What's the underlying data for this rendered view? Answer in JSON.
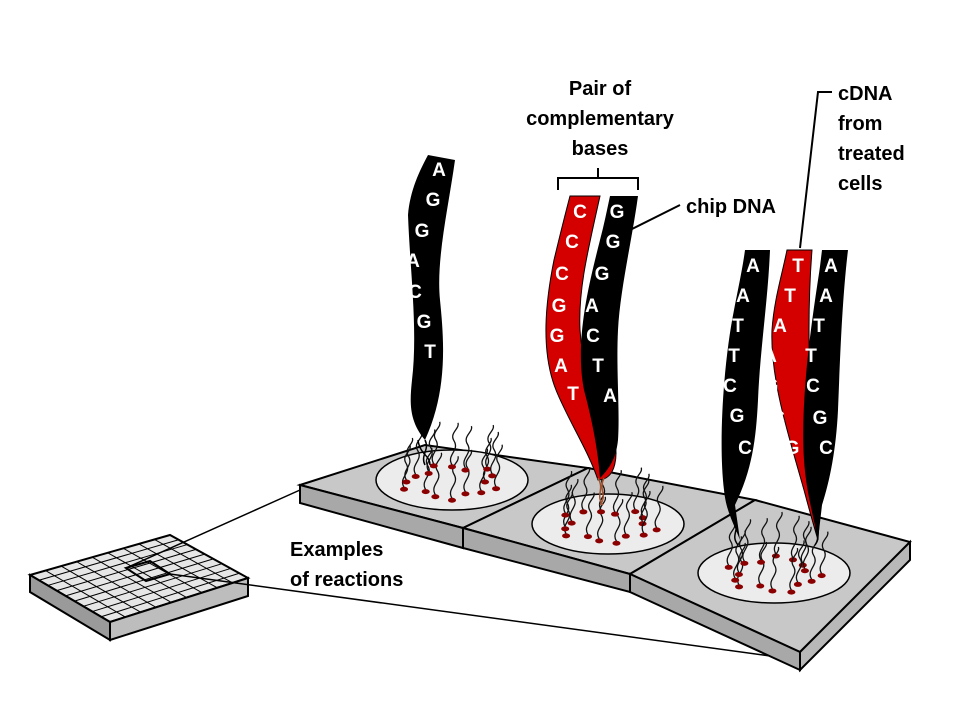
{
  "labels": {
    "pair_heading": [
      "Pair of",
      "complementary",
      "bases"
    ],
    "chip_dna": "chip DNA",
    "cdna": [
      "cDNA",
      "from",
      "treated",
      "cells"
    ],
    "examples": [
      "Examples",
      "of reactions"
    ]
  },
  "strands": [
    {
      "id": "left-chip",
      "bases": [
        "A",
        "G",
        "G",
        "A",
        "C",
        "G",
        "T"
      ],
      "color": "#000000"
    },
    {
      "id": "mid-probe",
      "bases": [
        "C",
        "C",
        "C",
        "G",
        "G",
        "A",
        "T"
      ],
      "color": "#d40000"
    },
    {
      "id": "mid-chip",
      "bases": [
        "G",
        "G",
        "G",
        "A",
        "C",
        "T",
        "A"
      ],
      "color": "#000000"
    },
    {
      "id": "right-chip-a",
      "bases": [
        "A",
        "A",
        "T",
        "T",
        "C",
        "G",
        "C"
      ],
      "color": "#000000"
    },
    {
      "id": "right-probe",
      "bases": [
        "T",
        "T",
        "A",
        "A",
        "G",
        "C",
        "G"
      ],
      "color": "#d40000"
    },
    {
      "id": "right-chip-b",
      "bases": [
        "A",
        "A",
        "T",
        "T",
        "C",
        "G",
        "C"
      ],
      "color": "#000000"
    }
  ],
  "colors": {
    "probe_red": "#d40000",
    "chip_black": "#000000",
    "slide_gray": "#c8c8c8",
    "spot_dot": "#8b0000"
  }
}
